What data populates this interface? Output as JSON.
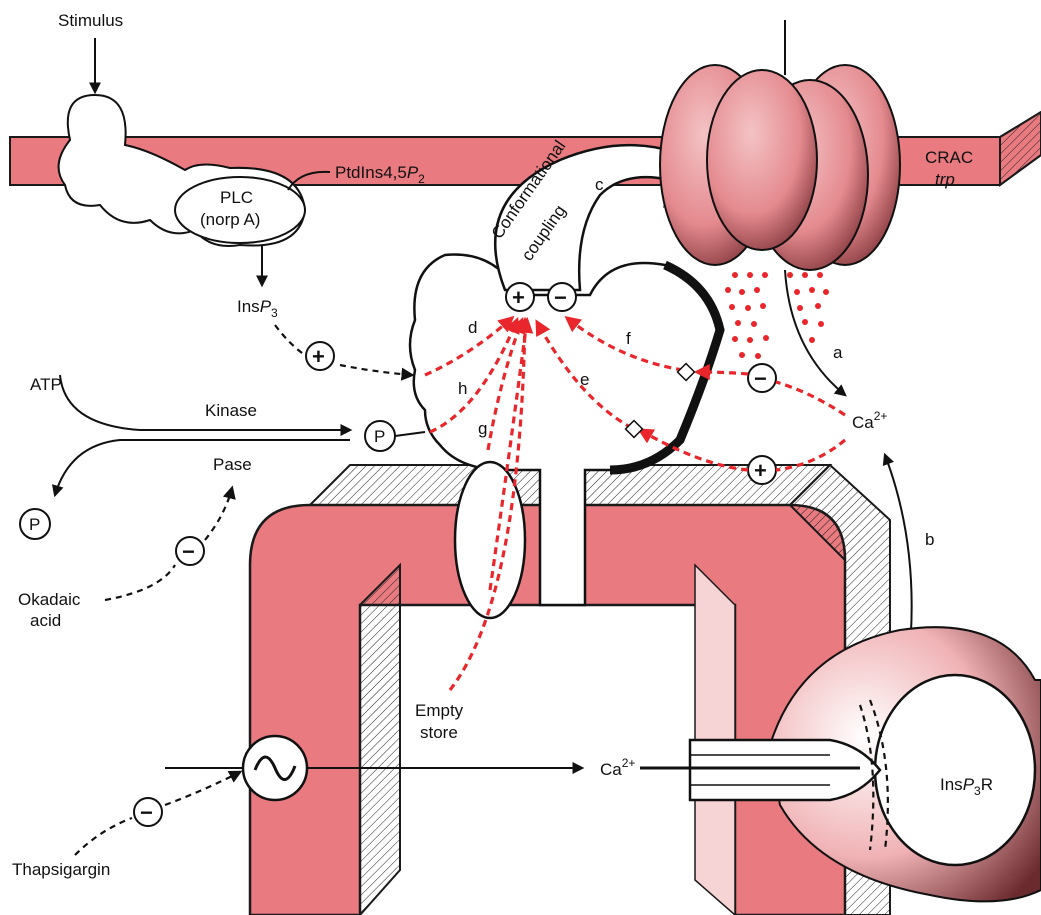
{
  "labels": {
    "stimulus": "Stimulus",
    "plc_line1": "PLC",
    "plc_line2": "(norp A)",
    "ptdins": "PtdIns4,5",
    "ptdins_p": "P",
    "ptdins_sub": "2",
    "insp3_prefix": "Ins",
    "insp3_p": "P",
    "insp3_sub": "3",
    "atp": "ATP",
    "kinase": "Kinase",
    "pase": "Pase",
    "p_badge": "P",
    "p_free": "P",
    "okadaic_line1": "Okadaic",
    "okadaic_line2": "acid",
    "thapsigargin": "Thapsigargin",
    "empty_store_line1": "Empty",
    "empty_store_line2": "store",
    "conformational": "Conformational",
    "coupling": "coupling",
    "letter_c": "c",
    "crac": "CRAC",
    "trp": "trp",
    "ca_upper_base": "Ca",
    "ca_upper_sup": "2+",
    "ca_lower_base": "Ca",
    "ca_lower_sup": "2+",
    "insp3r_prefix": "Ins",
    "insp3r_p": "P",
    "insp3r_sub": "3",
    "insp3r_suffix": "R",
    "pathway_a": "a",
    "pathway_b": "b",
    "pathway_d": "d",
    "pathway_e": "e",
    "pathway_f": "f",
    "pathway_g": "g",
    "pathway_h": "h",
    "plus": "+",
    "minus": "−"
  },
  "colors": {
    "membrane_fill": "#e87a80",
    "membrane_stroke": "#1a1a1a",
    "signal_red": "#e8262b",
    "channel_fill": "#e98f93",
    "ink": "#111111"
  },
  "icons": {
    "ion_pump": "sine-wave-icon",
    "channel": "crac-channel-icon",
    "receptor": "insp3-receptor-icon"
  }
}
